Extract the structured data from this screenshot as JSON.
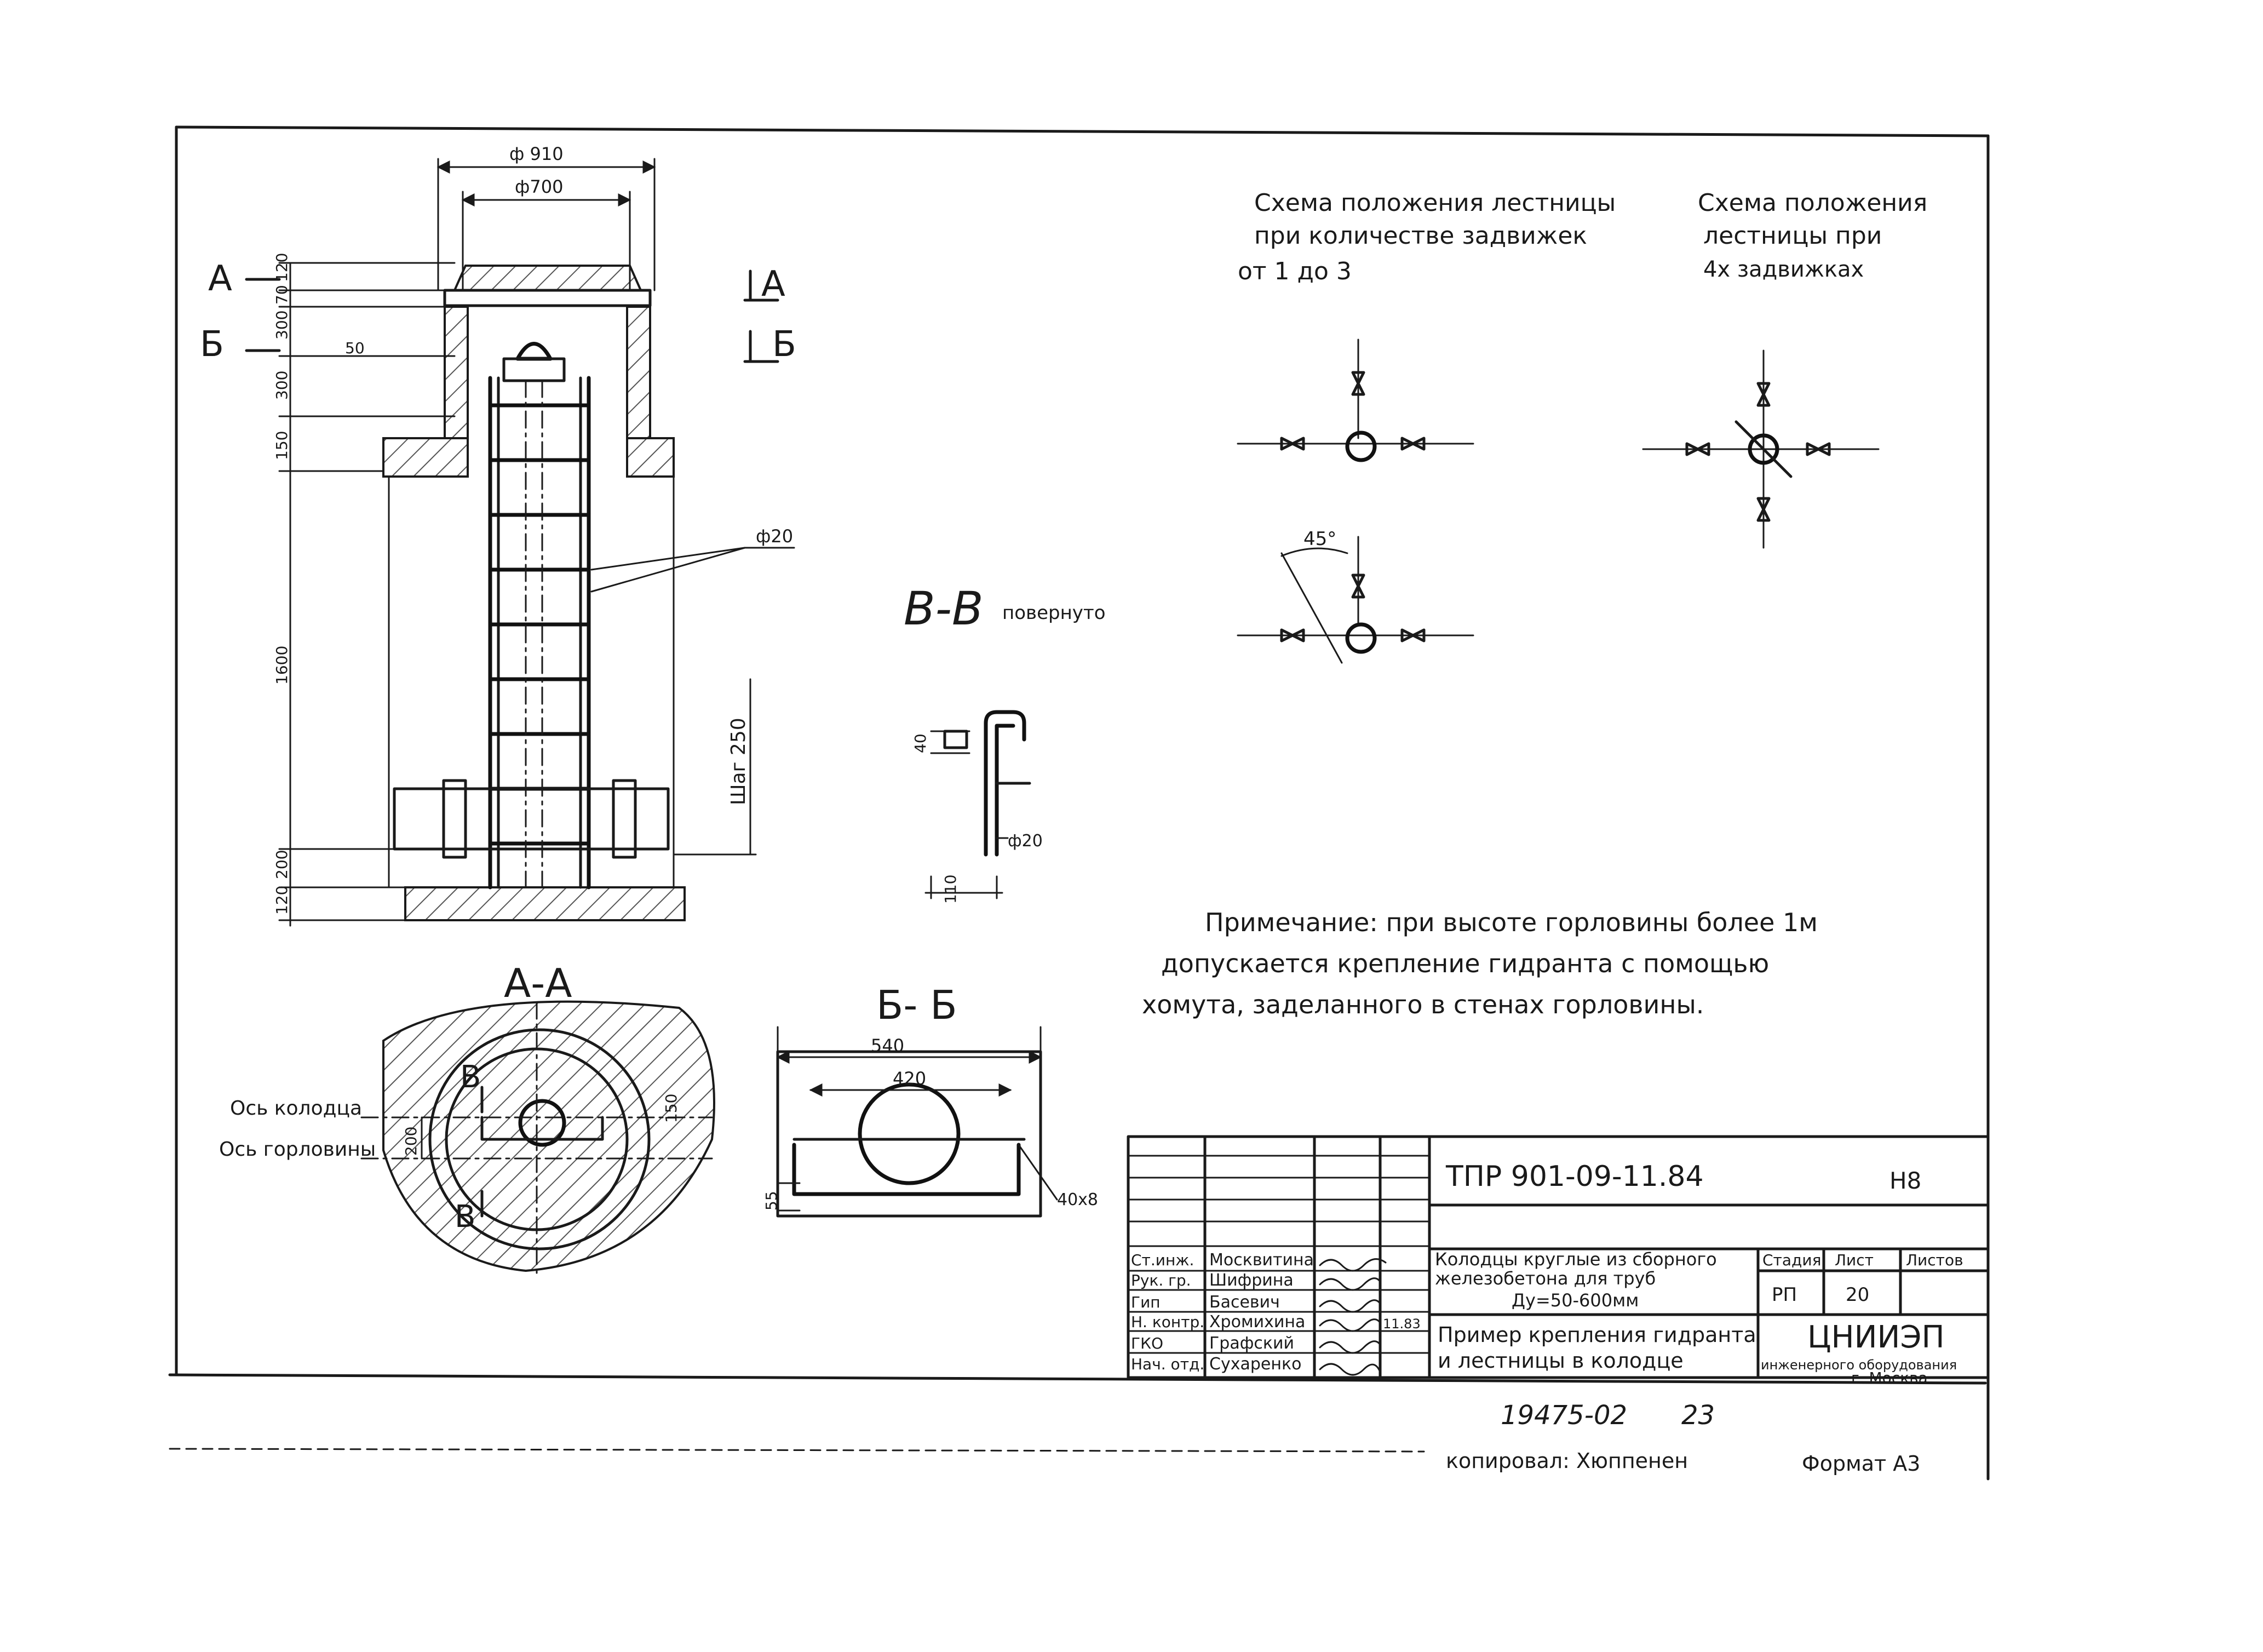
{
  "main_view": {
    "dim_top_outer": "ф 910",
    "dim_top_inner": "ф700",
    "section_a_left": "А",
    "section_b_left": "Б",
    "section_a_right": "А",
    "section_b_right": "Б",
    "dim_120": "120",
    "dim_70": "70",
    "dim_300a": "300",
    "dim_300b": "300",
    "dim_150": "150",
    "dim_1600": "1600",
    "dim_200": "200",
    "dim_120b": "120",
    "dim_50": "50",
    "rod_dia": "ф20",
    "step_label": "Шаг 250"
  },
  "section_vv": {
    "title": "В-В",
    "note": "повернуто",
    "dim_40": "40",
    "dim_110": "110",
    "rod_dia": "ф20"
  },
  "section_aa": {
    "title": "А-А",
    "axis_well": "Ось колодца",
    "axis_neck": "Ось горловины",
    "dim_200": "200",
    "dim_150": "150",
    "mark_v_top": "В",
    "mark_v_bottom": "В"
  },
  "section_bb": {
    "title": "Б- Б",
    "dim_540": "540",
    "dim_420": "420",
    "dim_55": "55",
    "dim_40x8": "40х8"
  },
  "schemes": {
    "left_line1": "Схема положения лестницы",
    "left_line2": "при количестве задвижек",
    "left_line3": "от 1 до 3",
    "right_line1": "Схема положения",
    "right_line2": "лестницы при",
    "right_line3": "4х задвижках",
    "angle": "45°"
  },
  "note": {
    "line1": "Примечание: при высоте горловины более 1м",
    "line2": "допускается крепление гидранта с помощью",
    "line3": "хомута, заделанного в стенах горловины."
  },
  "title_block": {
    "doc_code": "ТПР 901-09-11.84",
    "sheet_mark": "Н8",
    "roles": [
      "Ст.инж.",
      "Рук. гр.",
      "Гип",
      "Н. контр.",
      "ГКО",
      "Нач. отд."
    ],
    "names": [
      "Москвитина",
      "Шифрина",
      "Басевич",
      "Хромихина",
      "Графский",
      "Сухаренко"
    ],
    "date": "11.83",
    "project_title_1": "Колодцы круглые из сборного",
    "project_title_2": "железобетона для труб",
    "project_title_3": "Ду=50-600мм",
    "col_stage": "Стадия",
    "col_sheet": "Лист",
    "col_sheets": "Листов",
    "stage_value": "РП",
    "sheet_value": "20",
    "sheet_title_1": "Пример крепления гидранта",
    "sheet_title_2": "и лестницы в колодце",
    "org_1": "ЦНИИЭП",
    "org_2": "инженерного оборудования",
    "org_3": "г. Москва"
  },
  "footer": {
    "archive_no": "19475-02",
    "page_no": "23",
    "copied_by": "копировал: Хюппенен",
    "format": "Формат А3"
  }
}
